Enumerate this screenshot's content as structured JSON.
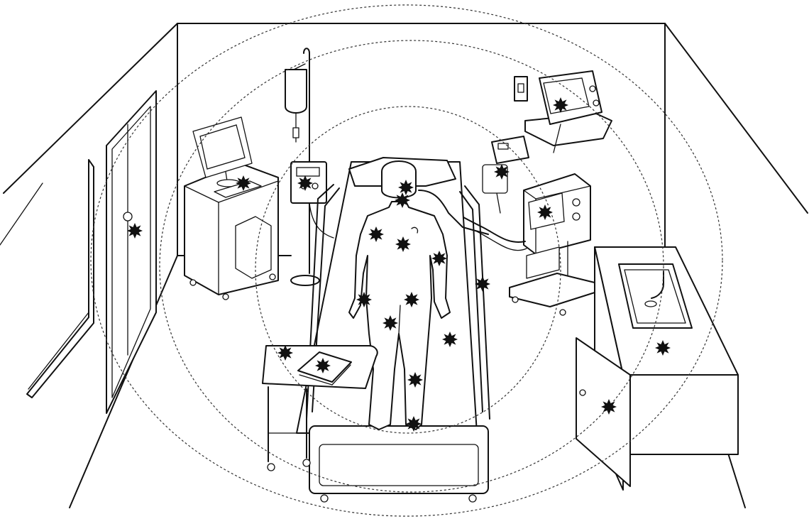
{
  "figure": {
    "contamination_marker": "starburst",
    "marker_color": "#111111",
    "line_color": "#111111",
    "zone_ring_count": 3,
    "zone_ring_style": "dashed",
    "objects": [
      "room-walls",
      "entry-door",
      "window",
      "computer-cart",
      "iv-pole-with-infusion-pump",
      "wall-outlet",
      "wall-mounted-monitor",
      "small-wall-device",
      "ventilator-cart",
      "hospital-bed",
      "patient",
      "overbed-table",
      "chart-folder",
      "sink-cabinet"
    ]
  }
}
